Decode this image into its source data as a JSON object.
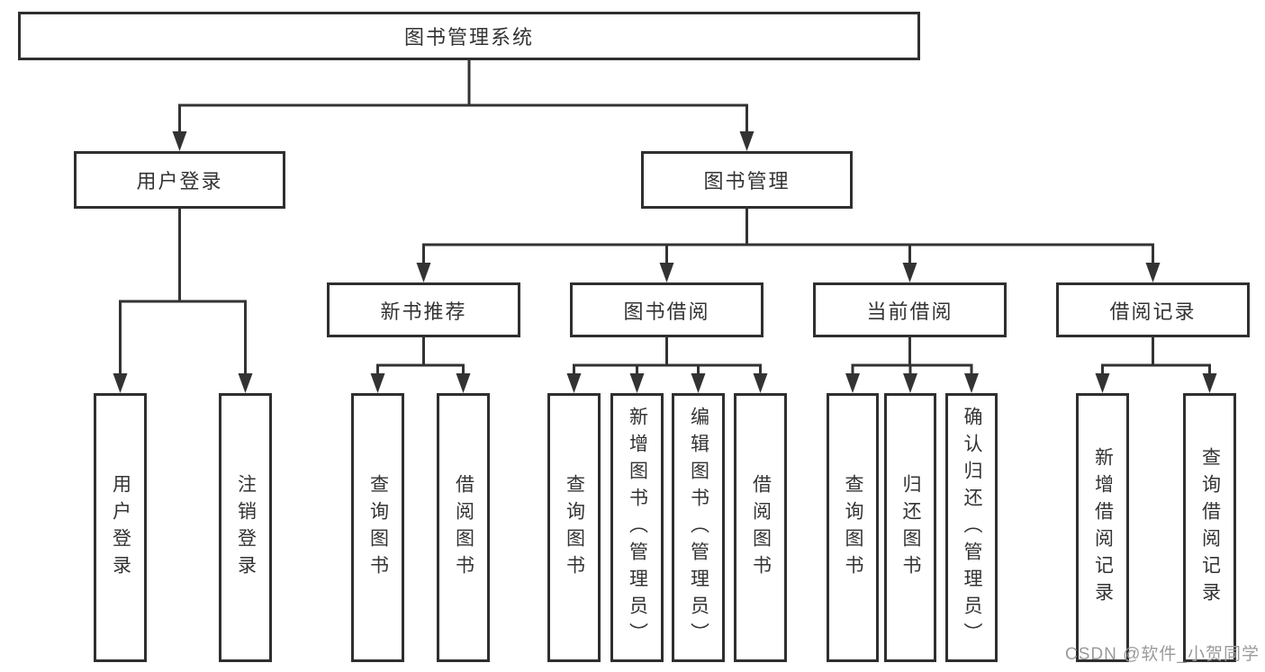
{
  "diagram_title": "图书管理系统",
  "tree": {
    "label": "图书管理系统",
    "children": [
      {
        "label": "用户登录",
        "children": [
          {
            "label": "用户登录"
          },
          {
            "label": "注销登录"
          }
        ]
      },
      {
        "label": "图书管理",
        "children": [
          {
            "label": "新书推荐",
            "children": [
              {
                "label": "查询图书"
              },
              {
                "label": "借阅图书"
              }
            ]
          },
          {
            "label": "图书借阅",
            "children": [
              {
                "label": "查询图书"
              },
              {
                "label": "新增图书（管理员）"
              },
              {
                "label": "编辑图书（管理员）"
              },
              {
                "label": "借阅图书"
              }
            ]
          },
          {
            "label": "当前借阅",
            "children": [
              {
                "label": "查询图书"
              },
              {
                "label": "归还图书"
              },
              {
                "label": "确认归还（管理员）"
              }
            ]
          },
          {
            "label": "借阅记录",
            "children": [
              {
                "label": "新增借阅记录"
              },
              {
                "label": "查询借阅记录"
              }
            ]
          }
        ]
      }
    ]
  },
  "watermark": "CSDN @软件_小贺同学",
  "colors": {
    "line": "#333333",
    "box_border": "#2f2f2f",
    "box_fill": "#ffffff",
    "text": "#333333",
    "watermark": "#9b9b9b"
  }
}
